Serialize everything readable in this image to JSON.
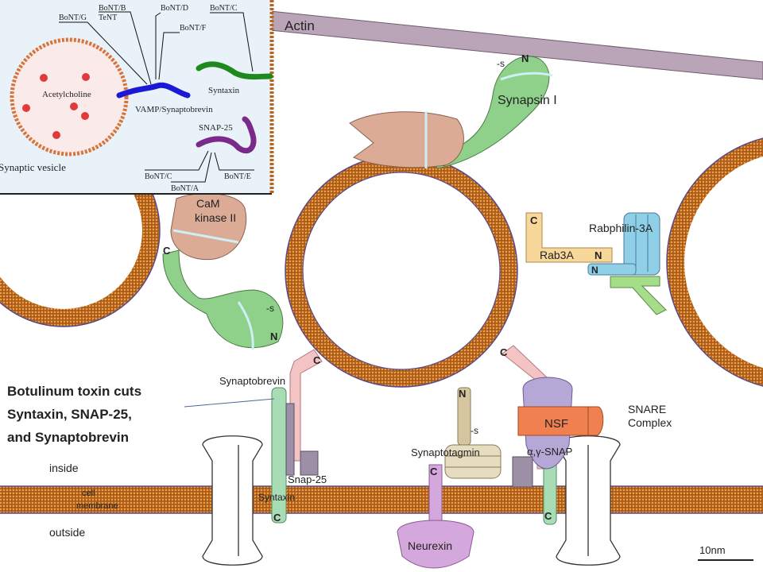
{
  "inset": {
    "vesicle_content": "Acetylcholine",
    "vesicle_label": "Synaptic vesicle",
    "toxins": {
      "bont_b": "BoNT/B",
      "tent": "TeNT",
      "bont_g": "BoNT/G",
      "bont_d": "BoNT/D",
      "bont_f": "BoNT/F",
      "bont_c_top": "BoNT/C",
      "bont_c_bottom": "BoNT/C",
      "bont_a": "BoNT/A",
      "bont_e": "BoNT/E"
    },
    "proteins": {
      "vamp": "VAMP/Synaptobrevin",
      "syntaxin": "Syntaxin",
      "snap25": "SNAP-25"
    },
    "colors": {
      "vamp": "#1a1ad6",
      "syntaxin": "#1e8a1e",
      "snap25": "#7a2a8a"
    }
  },
  "main": {
    "actin": "Actin",
    "synapsin": "Synapsin I",
    "camk": [
      "CaM",
      "kinase II"
    ],
    "rab3a": "Rab3A",
    "rabphilin": "Rabphilin-3A",
    "synaptobrevin": "Synaptobrevin",
    "syntaxin": "Syntaxin",
    "snap25": "Snap-25",
    "synaptotagmin": "Synaptotagmin",
    "nsf": "NSF",
    "snap_alpha_gamma": "α,γ-SNAP",
    "snare_complex": [
      "SNARE",
      "Complex"
    ],
    "neurexin": "Neurexin",
    "inside": "inside",
    "outside": "outside",
    "cell_membrane": [
      "cell",
      "membrane"
    ],
    "scale": "10nm",
    "termini": {
      "n": "N",
      "c": "C",
      "s": "-s"
    }
  },
  "callout": {
    "lines": [
      "Botulinum toxin cuts",
      "Syntaxin, SNAP-25,",
      "and Synaptobrevin"
    ]
  }
}
